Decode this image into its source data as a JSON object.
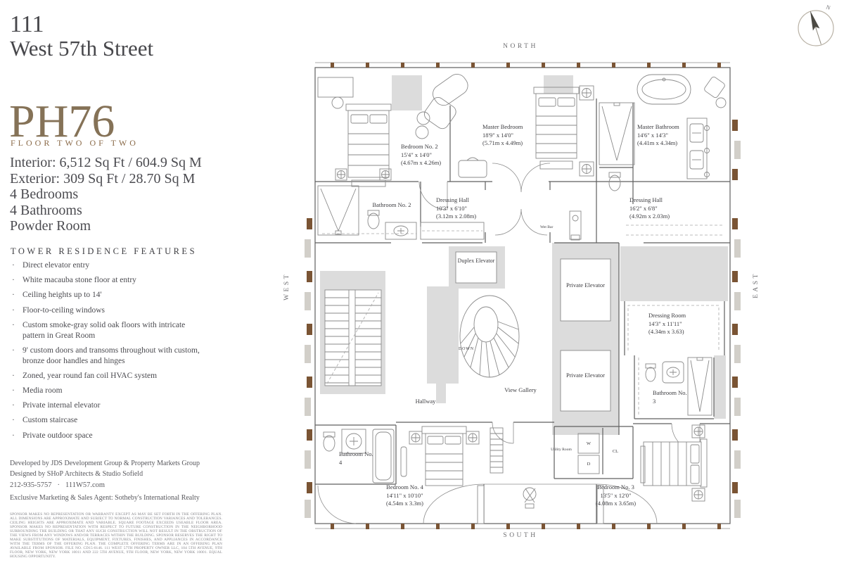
{
  "branding": {
    "address_number": "111",
    "address_street": "West 57th Street"
  },
  "unit": {
    "name": "PH76",
    "floor": "FLOOR TWO OF TWO"
  },
  "stats": {
    "interior": "Interior: 6,512 Sq Ft / 604.9 Sq M",
    "exterior": "Exterior: 309 Sq Ft / 28.70 Sq M",
    "bedrooms": "4 Bedrooms",
    "bathrooms": "4 Bathrooms",
    "powder": "Powder Room"
  },
  "features": {
    "title": "TOWER RESIDENCE FEATURES",
    "items": [
      "Direct elevator entry",
      "White macauba stone floor at entry",
      "Ceiling heights up to 14'",
      "Floor-to-ceiling windows",
      "Custom smoke-gray solid oak floors with intricate pattern in Great Room",
      "9' custom doors and transoms throughout with custom, bronze door handles and hinges",
      "Zoned, year round fan coil HVAC system",
      "Media room",
      "Private internal elevator",
      "Custom staircase",
      "Private outdoor space"
    ]
  },
  "credits": {
    "developed": "Developed by JDS Development Group & Property Markets Group",
    "designed": "Designed by SHoP Architects & Studio Sofield",
    "phone": "212-935-5757",
    "separator": "·",
    "website": "111W57.com",
    "agent": "Exclusive Marketing & Sales Agent: Sotheby's International Realty"
  },
  "legal": "SPONSOR MAKES NO REPRESENTATION OR WARRANTY EXCEPT AS MAY BE SET FORTH IN THE OFFERING PLAN. ALL DIMENSIONS ARE APPROXIMATE AND SUBJECT TO NORMAL CONSTRUCTION VARIANCES AND TOLERANCES. CEILING HEIGHTS ARE APPROXIMATE AND VARIABLE. SQUARE FOOTAGE EXCEEDS USEABLE FLOOR AREA. SPONSOR MAKES NO REPRESENTATION WITH RESPECT TO FUTURE CONSTRUCTION IN THE NEIGHBORHOOD SURROUNDING THE BUILDING OR THAT ANY SUCH CONSTRUCTION WILL NOT RESULT IN THE OBSTRUCTION OF THE VIEWS FROM ANY WINDOWS AND/OR TERRACES WITHIN THE BUILDING. SPONSOR RESERVES THE RIGHT TO MAKE SUBSTITUTIONS OF MATERIALS, EQUIPMENT, FIXTURES, FINISHES, AND APPLIANCES IN ACCORDANCE WITH THE TERMS OF THE OFFERING PLAN. THE COMPLETE OFFERING TERMS ARE IN AN OFFERING PLAN AVAILABLE FROM SPONSOR. FILE NO. CD15-0146. 111 WEST 57TH PROPERTY OWNER LLC, 104 5TH AVENUE, 9TH FLOOR, NEW YORK, NEW YORK 10011 AND 222 5TH AVENUE, 9TH FLOOR, NEW YORK, NEW YORK 10001. EQUAL HOUSING OPPORTUNITY.",
  "plan": {
    "orientation": {
      "north": "NORTH",
      "south": "SOUTH",
      "east": "EAST",
      "west": "WEST"
    },
    "rooms": {
      "master_bedroom": {
        "name": "Master Bedroom",
        "ft": "18'9\" x 14'0\"",
        "m": "(5.71m x 4.49m)"
      },
      "bedroom2": {
        "name": "Bedroom No. 2",
        "ft": "15'4\" x 14'0\"",
        "m": "(4.67m x 4.26m)"
      },
      "master_bathroom": {
        "name": "Master Bathroom",
        "ft": "14'6\" x 14'3\"",
        "m": "(4.41m x 4.34m)"
      },
      "bathroom2": {
        "name": "Bathroom No. 2"
      },
      "dressing_hall_left": {
        "name": "Dressing Hall",
        "ft": "10'3\" x 6'10\"",
        "m": "(3.12m x 2.08m)"
      },
      "dressing_hall_right": {
        "name": "Dressing Hall",
        "ft": "16'2\" x 6'8\"",
        "m": "(4.92m x 2.03m)"
      },
      "dressing_room": {
        "name": "Dressing Room",
        "ft": "14'3\" x 11'11\"",
        "m": "(4.34m x 3.63)"
      },
      "duplex_elevator": {
        "name": "Duplex Elevator"
      },
      "private_elevator_upper": {
        "name": "Private Elevator"
      },
      "private_elevator_lower": {
        "name": "Private Elevator"
      },
      "view_gallery": {
        "name": "View Gallery"
      },
      "hallway": {
        "name": "Hallway"
      },
      "wet_bar": {
        "name": "Wet Bar"
      },
      "bathroom3": {
        "name": "Bathroom No. 3"
      },
      "bathroom4": {
        "name": "Bathroom No. 4"
      },
      "utility": {
        "name": "Utility Room"
      },
      "bedroom4": {
        "name": "Bedroom No. 4",
        "ft": "14'11\" x 10'10\"",
        "m": "(4.54m x 3.3m)"
      },
      "bedroom3": {
        "name": "Bedroom No. 3",
        "ft": "13'5\" x 12'0\"",
        "m": "(4.08m x 3.65m)"
      }
    },
    "annotations": {
      "down": "DOWN",
      "washer": "W",
      "dryer": "D",
      "closet": "CL"
    }
  },
  "colors": {
    "accent": "#857257",
    "floor_label": "#8a6a48",
    "window_brown": "#7a5434",
    "plan_gray": "#dcdcdc"
  }
}
